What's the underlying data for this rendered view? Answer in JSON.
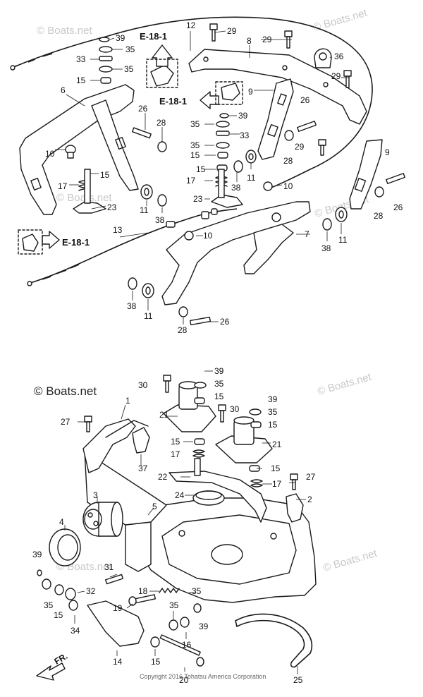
{
  "watermarks": {
    "faint": "© Boats.net",
    "main": "© Boats.net"
  },
  "copyright": "Copyright 2016 Tohatsu America Corporation",
  "direction_label": "FR.",
  "references": {
    "top_up": "E-18-1",
    "top_left": "E-18-1",
    "mid_left": "E-18-1"
  },
  "callouts": {
    "n12": "12",
    "n29a": "29",
    "n8": "8",
    "n29b": "29",
    "n36": "36",
    "n29c": "29",
    "n39a": "39",
    "n35a": "35",
    "n33a": "33",
    "n35b": "35",
    "n15a": "15",
    "n6": "6",
    "n9a": "9",
    "n26a": "26",
    "n39b": "39",
    "n28a": "28",
    "n35c": "35",
    "n33b": "33",
    "n35d": "35",
    "n15b": "15",
    "n10a": "10",
    "n15c": "15",
    "n11a": "11",
    "n17a": "17",
    "n38a": "38",
    "n23a": "23",
    "n11b": "11",
    "n38b": "38",
    "n23b": "23",
    "n26b": "26",
    "n29d": "29",
    "n28b": "28",
    "n9b": "9",
    "n13": "13",
    "n10b": "10",
    "n7": "7",
    "n28c": "28",
    "n26c": "26",
    "n38c": "38",
    "n11c": "11",
    "n38d": "38",
    "n11d": "11",
    "n28d": "28",
    "n26d": "26",
    "n39c": "39",
    "n30a": "30",
    "n35e": "35",
    "n15d": "15",
    "n1": "1",
    "n21a": "21",
    "n27a": "27",
    "n39d": "39",
    "n30b": "30",
    "n35f": "35",
    "n15e": "15",
    "n37": "37",
    "n15f": "15",
    "n17b": "17",
    "n21b": "21",
    "n22": "22",
    "n15g": "15",
    "n27b": "27",
    "n17c": "17",
    "n3": "3",
    "n24": "24",
    "n2": "2",
    "n5": "5",
    "n4": "4",
    "n39e": "39",
    "n31": "31",
    "n32": "32",
    "n18": "18",
    "n35g": "35",
    "n35h": "35",
    "n15h": "15",
    "n34": "34",
    "n19": "19",
    "n35i": "35",
    "n39f": "39",
    "n16": "16",
    "n14": "14",
    "n15i": "15",
    "n20": "20",
    "n25": "25"
  }
}
